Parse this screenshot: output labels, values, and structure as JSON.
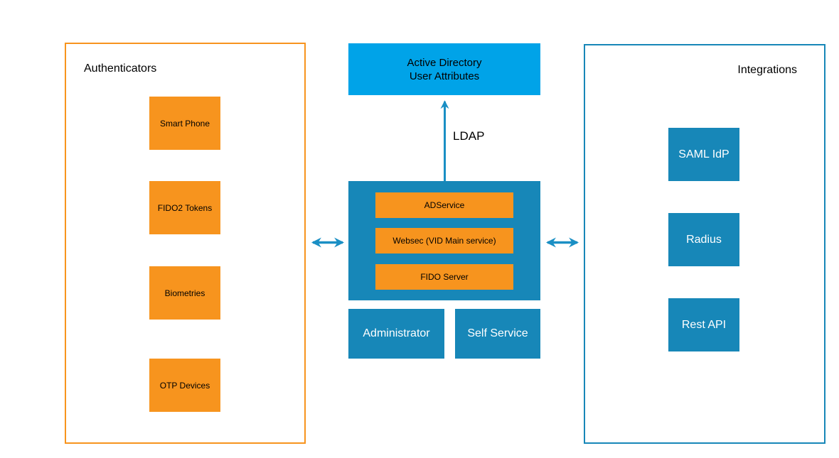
{
  "colors": {
    "orange": "#f7941e",
    "teal": "#1787b8",
    "azure": "#00a3e8",
    "arrow": "#1a8fc4"
  },
  "panels": {
    "authenticators": {
      "title": "Authenticators",
      "items": [
        "Smart Phone",
        "FIDO2 Tokens",
        "Biometries",
        "OTP Devices"
      ]
    },
    "integrations": {
      "title": "Integrations",
      "items": [
        "SAML IdP",
        "Radius",
        "Rest API"
      ]
    }
  },
  "center": {
    "active_directory": {
      "line1": "Active Directory",
      "line2": "User Attributes"
    },
    "ldap_label": "LDAP",
    "services": [
      "ADService",
      "Websec (VID Main service)",
      "FIDO Server"
    ],
    "consoles": [
      "Administrator",
      "Self Service"
    ]
  }
}
